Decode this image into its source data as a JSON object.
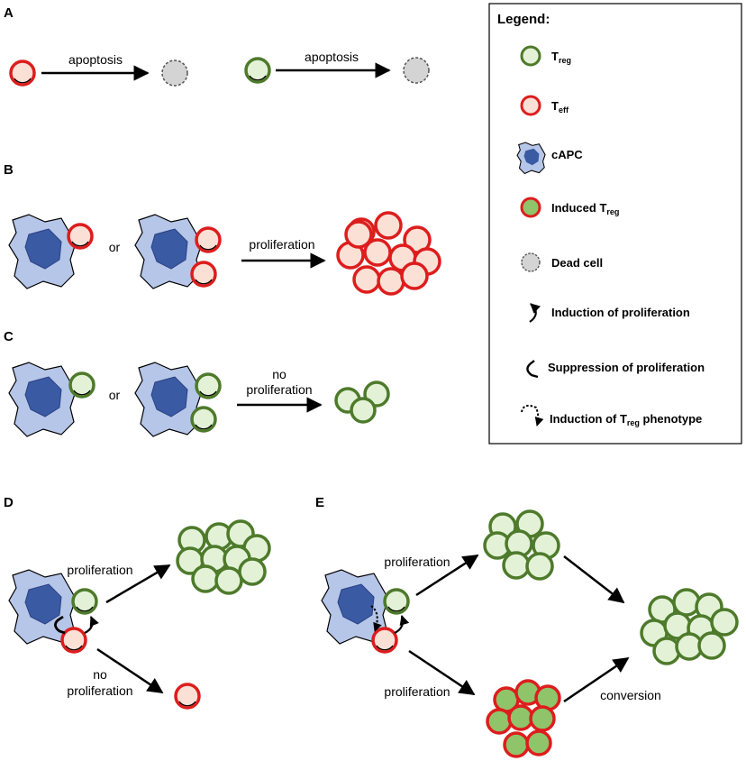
{
  "panels": {
    "A": "A",
    "B": "B",
    "C": "C",
    "D": "D",
    "E": "E"
  },
  "labels": {
    "apoptosis": "apoptosis",
    "or": "or",
    "proliferation": "proliferation",
    "no": "no",
    "conversion": "conversion"
  },
  "legend": {
    "title": "Legend:",
    "items": {
      "treg_main": "T",
      "treg_sub": "reg",
      "teff_main": "T",
      "teff_sub": "eff",
      "capc": "cAPC",
      "induced_main": "Induced T",
      "induced_sub": "reg",
      "dead": "Dead cell",
      "induction": "Induction of proliferation",
      "suppression": "Suppression of proliferation",
      "phenotype_pre": "Induction of T",
      "phenotype_sub": "reg",
      "phenotype_post": " phenotype"
    }
  },
  "colors": {
    "treg_fill": "#e3f2d6",
    "treg_stroke": "#4e7a2b",
    "teff_fill": "#fbe0d6",
    "teff_stroke": "#dd1d1d",
    "induced_fill": "#8fc46a",
    "induced_stroke": "#dd1d1d",
    "dead_fill": "#d4d4d4",
    "dead_stroke": "#555555",
    "capc_fill": "#b6c6e9",
    "capc_nucleus": "#3a5aa3"
  }
}
